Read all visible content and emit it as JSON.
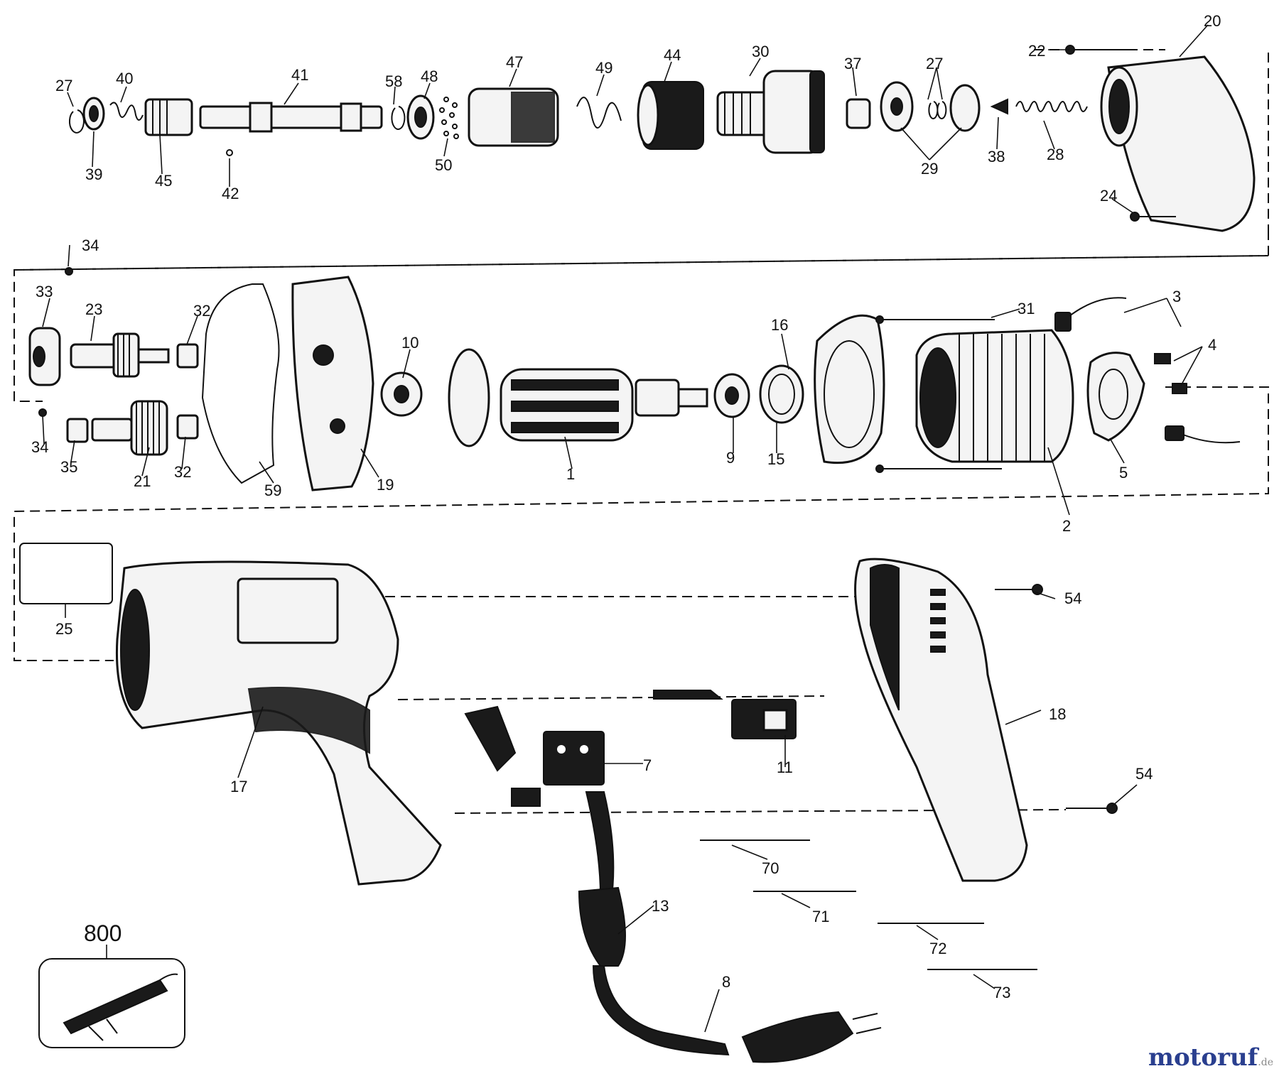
{
  "labels": {
    "p27a": "27",
    "p40": "40",
    "p41": "41",
    "p58": "58",
    "p48": "48",
    "p47": "47",
    "p49": "49",
    "p44": "44",
    "p30": "30",
    "p37": "37",
    "p27b": "27",
    "p20": "20",
    "p22": "22",
    "p39": "39",
    "p45": "45",
    "p42": "42",
    "p50": "50",
    "p29": "29",
    "p38": "38",
    "p28": "28",
    "p24": "24",
    "p34a": "34",
    "p33": "33",
    "p23": "23",
    "p32a": "32",
    "p10": "10",
    "p16": "16",
    "p31": "31",
    "p3": "3",
    "p4": "4",
    "p34b": "34",
    "p35": "35",
    "p21": "21",
    "p32b": "32",
    "p59": "59",
    "p19": "19",
    "p1": "1",
    "p9": "9",
    "p15": "15",
    "p5": "5",
    "p2": "2",
    "p25": "25",
    "p54a": "54",
    "p18": "18",
    "p17": "17",
    "p7": "7",
    "p11": "11",
    "p54b": "54",
    "p70": "70",
    "p71": "71",
    "p13": "13",
    "p72": "72",
    "p8": "8",
    "p73": "73",
    "p800": "800"
  },
  "watermark": {
    "brand": "motoruf",
    "suffix": ".de",
    "color_brand": "#2a3f8f",
    "color_accent": "#6a8a1f"
  }
}
